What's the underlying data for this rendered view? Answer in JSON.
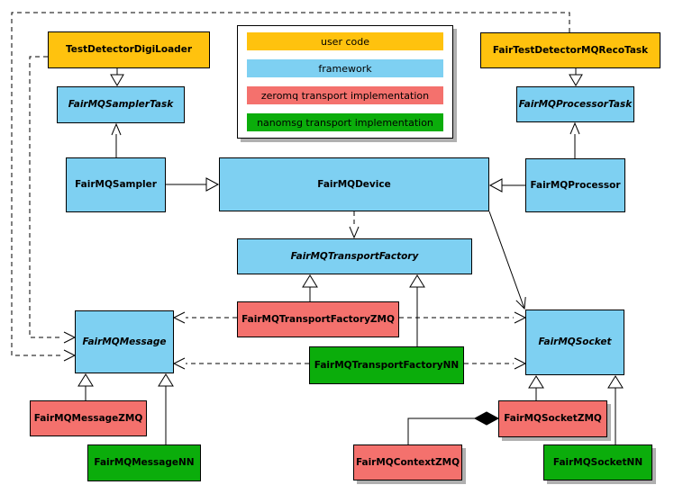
{
  "colors": {
    "user_code": "#FFC20E",
    "framework": "#7ED0F2",
    "zeromq": "#F4716D",
    "nanomsg": "#0BAD0B",
    "border": "#000000",
    "background": "#FFFFFF"
  },
  "legend": {
    "items": [
      {
        "label": "user code",
        "color": "user_code"
      },
      {
        "label": "framework",
        "color": "framework"
      },
      {
        "label": "zeromq transport implementation",
        "color": "zeromq"
      },
      {
        "label": "nanomsg transport implementation",
        "color": "nanomsg"
      }
    ]
  },
  "nodes": {
    "test_detector_digi_loader": {
      "label": "TestDetectorDigiLoader",
      "category": "user_code"
    },
    "fair_test_detector_mq_reco_task": {
      "label": "FairTestDetectorMQRecoTask",
      "category": "user_code"
    },
    "fairmq_sampler_task": {
      "label": "FairMQSamplerTask",
      "category": "framework"
    },
    "fairmq_processor_task": {
      "label": "FairMQProcessorTask",
      "category": "framework"
    },
    "fairmq_sampler": {
      "label": "FairMQSampler",
      "category": "framework"
    },
    "fairmq_device": {
      "label": "FairMQDevice",
      "category": "framework"
    },
    "fairmq_processor": {
      "label": "FairMQProcessor",
      "category": "framework"
    },
    "fairmq_transport_factory": {
      "label": "FairMQTransportFactory",
      "category": "framework"
    },
    "fairmq_transport_factory_zmq": {
      "label": "FairMQTransportFactoryZMQ",
      "category": "zeromq"
    },
    "fairmq_transport_factory_nn": {
      "label": "FairMQTransportFactoryNN",
      "category": "nanomsg"
    },
    "fairmq_message": {
      "label": "FairMQMessage",
      "category": "framework"
    },
    "fairmq_socket": {
      "label": "FairMQSocket",
      "category": "framework"
    },
    "fairmq_message_zmq": {
      "label": "FairMQMessageZMQ",
      "category": "zeromq"
    },
    "fairmq_message_nn": {
      "label": "FairMQMessageNN",
      "category": "nanomsg"
    },
    "fairmq_context_zmq": {
      "label": "FairMQContextZMQ",
      "category": "zeromq"
    },
    "fairmq_socket_zmq": {
      "label": "FairMQSocketZMQ",
      "category": "zeromq"
    },
    "fairmq_socket_nn": {
      "label": "FairMQSocketNN",
      "category": "nanomsg"
    }
  },
  "edges": [
    {
      "type": "inheritance",
      "from": "TestDetectorDigiLoader",
      "to": "FairMQSamplerTask"
    },
    {
      "type": "inheritance",
      "from": "FairTestDetectorMQRecoTask",
      "to": "FairMQProcessorTask"
    },
    {
      "type": "inheritance",
      "from": "FairMQSampler",
      "to": "FairMQDevice"
    },
    {
      "type": "inheritance",
      "from": "FairMQProcessor",
      "to": "FairMQDevice"
    },
    {
      "type": "inheritance",
      "from": "FairMQTransportFactoryZMQ",
      "to": "FairMQTransportFactory"
    },
    {
      "type": "inheritance",
      "from": "FairMQTransportFactoryNN",
      "to": "FairMQTransportFactory"
    },
    {
      "type": "inheritance",
      "from": "FairMQMessageZMQ",
      "to": "FairMQMessage"
    },
    {
      "type": "inheritance",
      "from": "FairMQMessageNN",
      "to": "FairMQMessage"
    },
    {
      "type": "inheritance",
      "from": "FairMQSocketZMQ",
      "to": "FairMQSocket"
    },
    {
      "type": "inheritance",
      "from": "FairMQSocketNN",
      "to": "FairMQSocket"
    },
    {
      "type": "association",
      "from": "FairMQSampler",
      "to": "FairMQSamplerTask"
    },
    {
      "type": "association",
      "from": "FairMQProcessor",
      "to": "FairMQProcessorTask"
    },
    {
      "type": "association",
      "from": "FairMQDevice",
      "to": "FairMQSocket"
    },
    {
      "type": "dependency-dashed",
      "from": "FairMQDevice",
      "to": "FairMQTransportFactory"
    },
    {
      "type": "dependency-dashed",
      "from": "TestDetectorDigiLoader",
      "to": "FairMQMessage"
    },
    {
      "type": "dependency-dashed",
      "from": "FairTestDetectorMQRecoTask",
      "to": "FairMQMessage"
    },
    {
      "type": "dependency-dashed",
      "from": "FairMQTransportFactoryZMQ",
      "to": "FairMQMessage"
    },
    {
      "type": "dependency-dashed",
      "from": "FairMQTransportFactoryZMQ",
      "to": "FairMQSocket"
    },
    {
      "type": "dependency-dashed",
      "from": "FairMQTransportFactoryNN",
      "to": "FairMQMessage"
    },
    {
      "type": "dependency-dashed",
      "from": "FairMQTransportFactoryNN",
      "to": "FairMQSocket"
    },
    {
      "type": "composition",
      "from": "FairMQContextZMQ",
      "to": "FairMQSocketZMQ"
    }
  ]
}
